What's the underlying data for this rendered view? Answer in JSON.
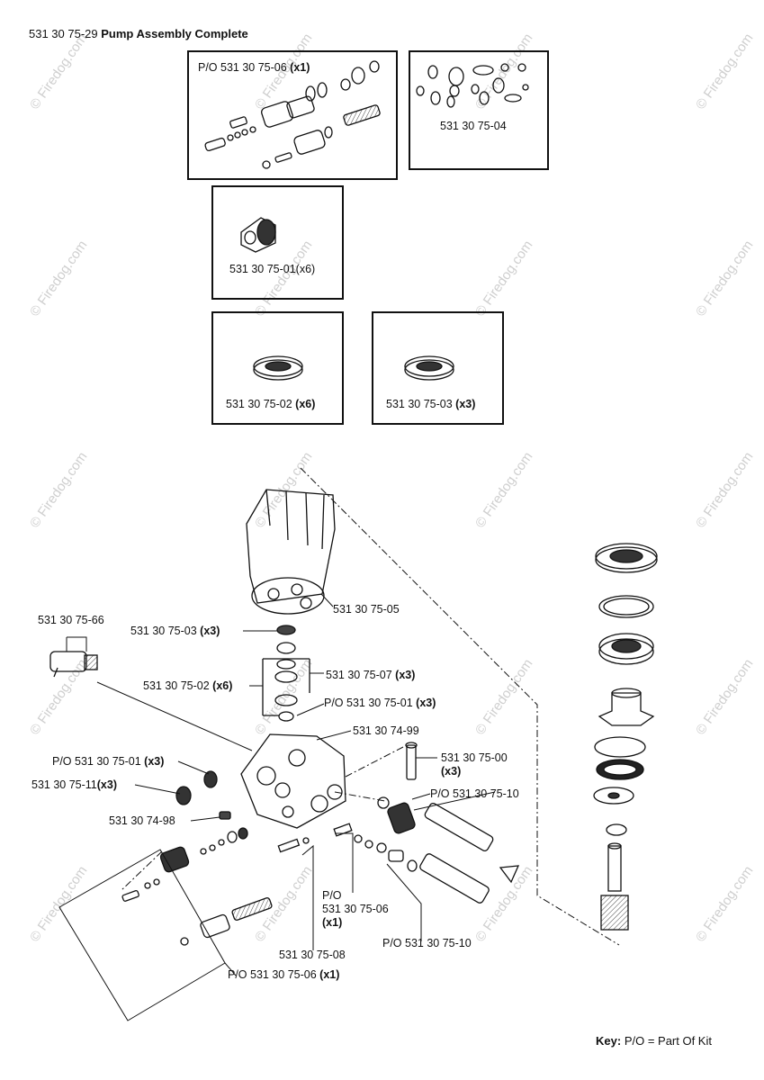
{
  "header": {
    "code": "531 30 75-29",
    "name": "Pump Assembly Complete"
  },
  "watermark": "© Firedog.com",
  "kits": {
    "kit06": {
      "code": "P/O 531 30 75-06",
      "qty": "(x1)"
    },
    "kit04": {
      "code": "531 30 75-04"
    },
    "kit01": {
      "code": "531 30 75-01(x6)"
    },
    "kit02": {
      "code": "531 30 75-02",
      "qty": "(x6)"
    },
    "kit03": {
      "code": "531 30 75-03",
      "qty": "(x3)"
    }
  },
  "callouts": {
    "c_05": {
      "code": "531 30 75-05"
    },
    "c_66": {
      "code": "531 30 75-66"
    },
    "c_03": {
      "code": "531 30 75-03",
      "qty": "(x3)"
    },
    "c_07": {
      "code": "531 30 75-07",
      "qty": "(x3)"
    },
    "c_02": {
      "code": "531 30 75-02",
      "qty": "(x6)"
    },
    "c_po01a": {
      "code": "P/O 531 30 75-01",
      "qty": "(x3)"
    },
    "c_99": {
      "code": "531 30 74-99"
    },
    "c_po01b": {
      "code": "P/O 531 30 75-01",
      "qty": "(x3)"
    },
    "c_00": {
      "code": "531 30 75-00",
      "qty": "(x3)"
    },
    "c_11": {
      "code": "531 30 75-11",
      "qty": "(x3)"
    },
    "c_po10a": {
      "code": "P/O 531 30 75-10"
    },
    "c_98": {
      "code": "531 30 74-98"
    },
    "c_po06a": {
      "line1": "P/O",
      "line2": "531 30 75-06",
      "qty": "(x1)"
    },
    "c_po10b": {
      "code": "P/O 531 30 75-10"
    },
    "c_08": {
      "code": "531 30 75-08"
    },
    "c_po06b": {
      "code": "P/O 531 30 75-06",
      "qty": "(x1)"
    }
  },
  "key": {
    "label": "Key:",
    "text": "P/O = Part Of Kit"
  }
}
